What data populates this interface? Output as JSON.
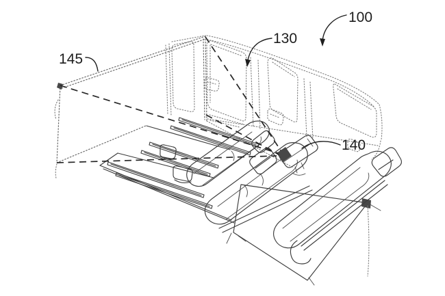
{
  "figure": {
    "type": "patent-line-drawing",
    "background_color": "#ffffff",
    "ink_color": "#3d3d3d",
    "phantom_line_color": "#7d7d7d",
    "ray_color": "#262626",
    "labels": [
      {
        "text": "100",
        "refers_to": "vehicle"
      },
      {
        "text": "130",
        "refers_to": "vehicle-interior"
      },
      {
        "text": "140",
        "refers_to": "projector-unit"
      },
      {
        "text": "145",
        "refers_to": "projection-screen"
      }
    ]
  }
}
